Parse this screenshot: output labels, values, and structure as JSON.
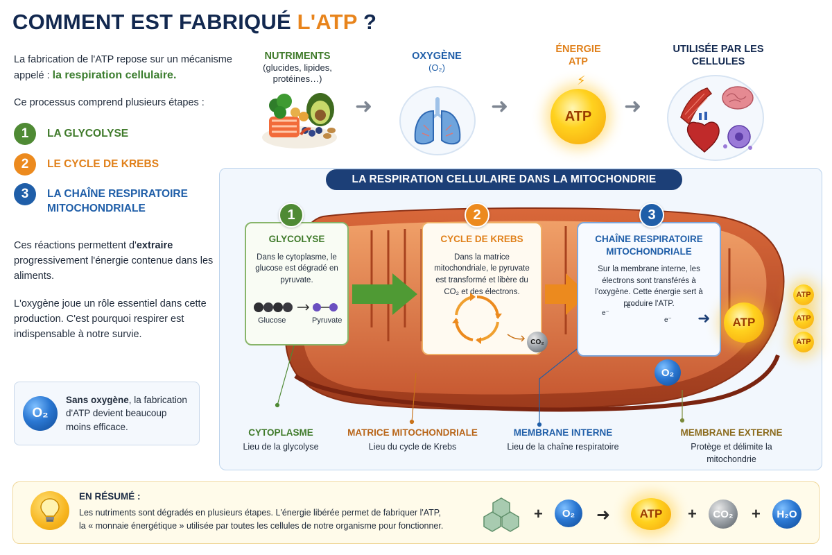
{
  "title": {
    "main": "COMMENT EST FABRIQUÉ",
    "accent": "L'ATP",
    "tail": "?"
  },
  "intro": {
    "text": "La fabrication de l'ATP repose sur un mécanisme appelé :",
    "highlight": "la respiration cellulaire."
  },
  "steps_intro": "Ce processus comprend plusieurs étapes :",
  "steps": [
    {
      "num": "1",
      "label": "LA GLYCOLYSE"
    },
    {
      "num": "2",
      "label": "LE CYCLE DE KREBS"
    },
    {
      "num": "3",
      "label": "LA CHAÎNE RESPIRATOIRE MITOCHONDRIALE"
    }
  ],
  "paragraph1": {
    "before": "Ces réactions permettent d'",
    "bold": "extraire",
    "after": " progressivement l'énergie contenue dans les aliments."
  },
  "paragraph2": "L'oxygène joue un rôle essentiel dans cette production. C'est pourquoi respirer est indispensable à notre survie.",
  "o2_note": {
    "symbol": "O₂",
    "bold": "Sans oxygène",
    "text": ", la fabrication d'ATP devient beaucoup moins efficace."
  },
  "flow": [
    {
      "title": "NUTRIMENTS",
      "sub": "(glucides, lipides, protéines…)",
      "color": "#3f7a2a"
    },
    {
      "title": "OXYGÈNE",
      "sub": "(O₂)",
      "color": "#1f5ea8"
    },
    {
      "title": "ÉNERGIE ATP",
      "sub": "",
      "color": "#e0801a",
      "sun_label": "ATP"
    },
    {
      "title": "UTILISÉE PAR LES CELLULES",
      "sub": "",
      "color": "#12284f"
    }
  ],
  "mito_title": "LA RESPIRATION CELLULAIRE DANS LA MITOCHONDRIE",
  "cards": [
    {
      "num": "1",
      "title": "GLYCOLYSE",
      "desc": "Dans le cytoplasme, le glucose est dégradé en pyruvate."
    },
    {
      "num": "2",
      "title": "CYCLE DE KREBS",
      "desc": "Dans la matrice mitochondriale, le pyruvate est transformé et libère du CO₂ et des électrons."
    },
    {
      "num": "3",
      "title": "CHAÎNE RESPIRATOIRE MITOCHONDRIALE",
      "desc": "Sur la membrane interne, les électrons sont transférés à l'oxygène. Cette énergie sert à produire l'ATP."
    }
  ],
  "molecules": {
    "glucose": "Glucose",
    "pyruvate": "Pyruvate",
    "co2": "CO₂",
    "o2": "O₂",
    "electron": "e⁻",
    "atp": "ATP"
  },
  "locations": [
    {
      "title": "CYTOPLASME",
      "desc": "Lieu de la glycolyse",
      "color": "#3f7a2a"
    },
    {
      "title": "MATRICE MITOCHONDRIALE",
      "desc": "Lieu du cycle de Krebs",
      "color": "#c9731a"
    },
    {
      "title": "MEMBRANE INTERNE",
      "desc": "Lieu de la chaîne respiratoire",
      "color": "#1f5ea8"
    },
    {
      "title": "MEMBRANE EXTERNE",
      "desc": "Protège et délimite la mitochondrie",
      "color": "#8a6a1c"
    }
  ],
  "summary": {
    "title": "EN RÉSUMÉ :",
    "line1": "Les nutriments sont dégradés en plusieurs étapes. L'énergie libérée permet de fabriquer l'ATP,",
    "line2": "la « monnaie énergétique » utilisée par toutes les cellules de notre organisme pour fonctionner.",
    "eq_o2": "O₂",
    "eq_atp": "ATP",
    "eq_co2": "CO₂",
    "eq_h2o": "H₂O"
  }
}
